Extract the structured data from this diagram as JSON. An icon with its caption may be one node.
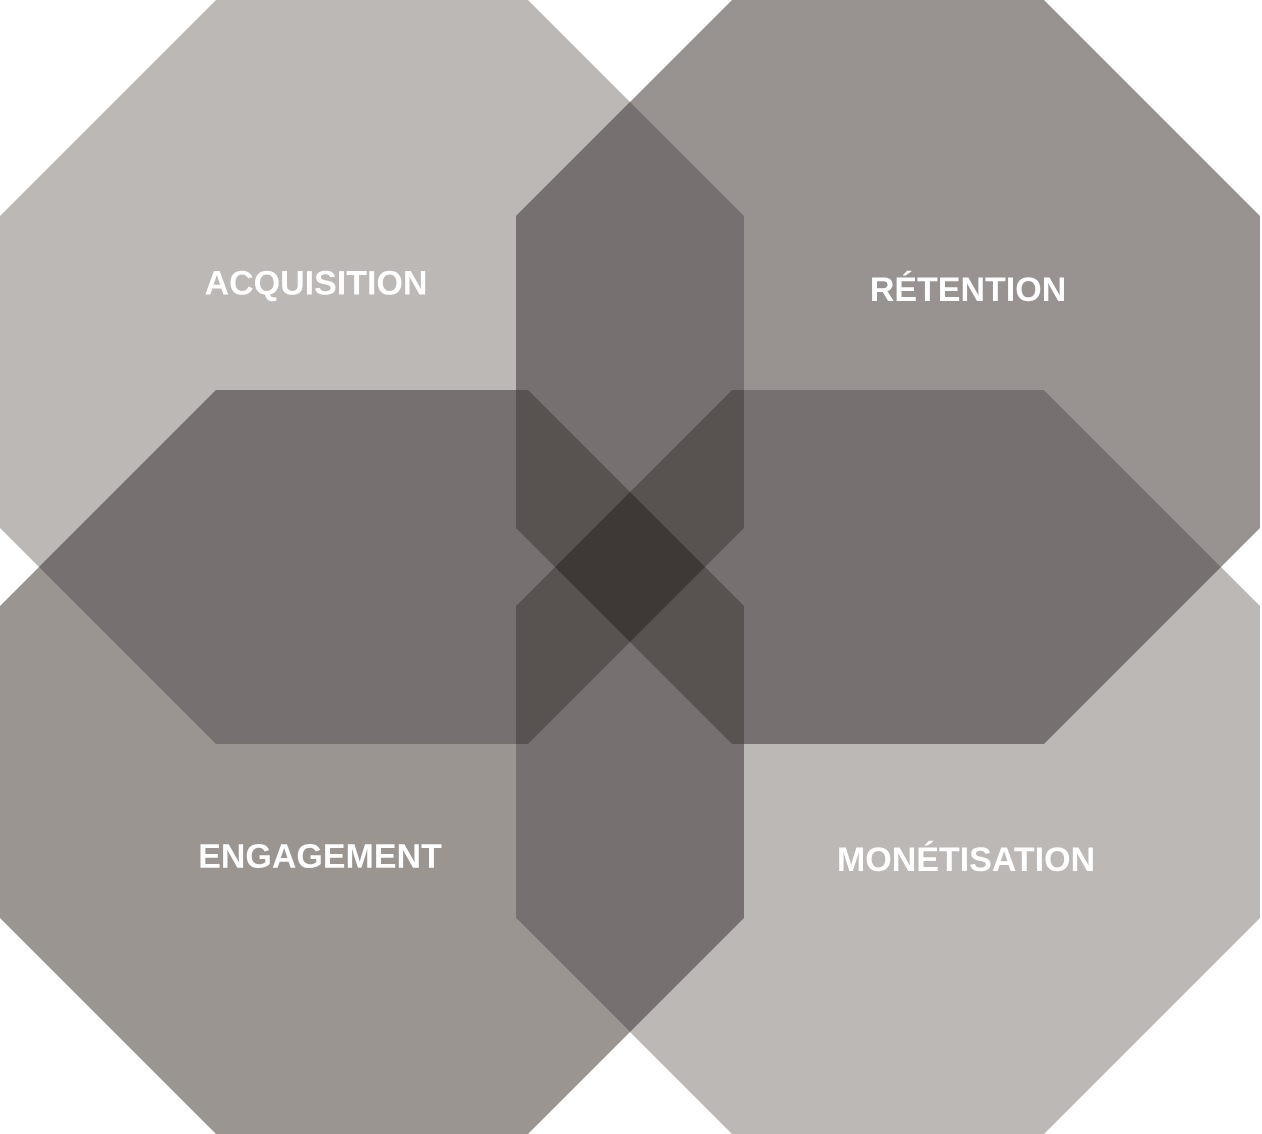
{
  "diagram": {
    "nodes": [
      {
        "text": [
          "ACQUISITION"
        ]
      },
      {
        "text": [
          "RÉTENTION"
        ]
      },
      {
        "text": [
          "ENGAGEMENT"
        ]
      },
      {
        "text": [
          "MONÉTISATION"
        ]
      }
    ]
  }
}
